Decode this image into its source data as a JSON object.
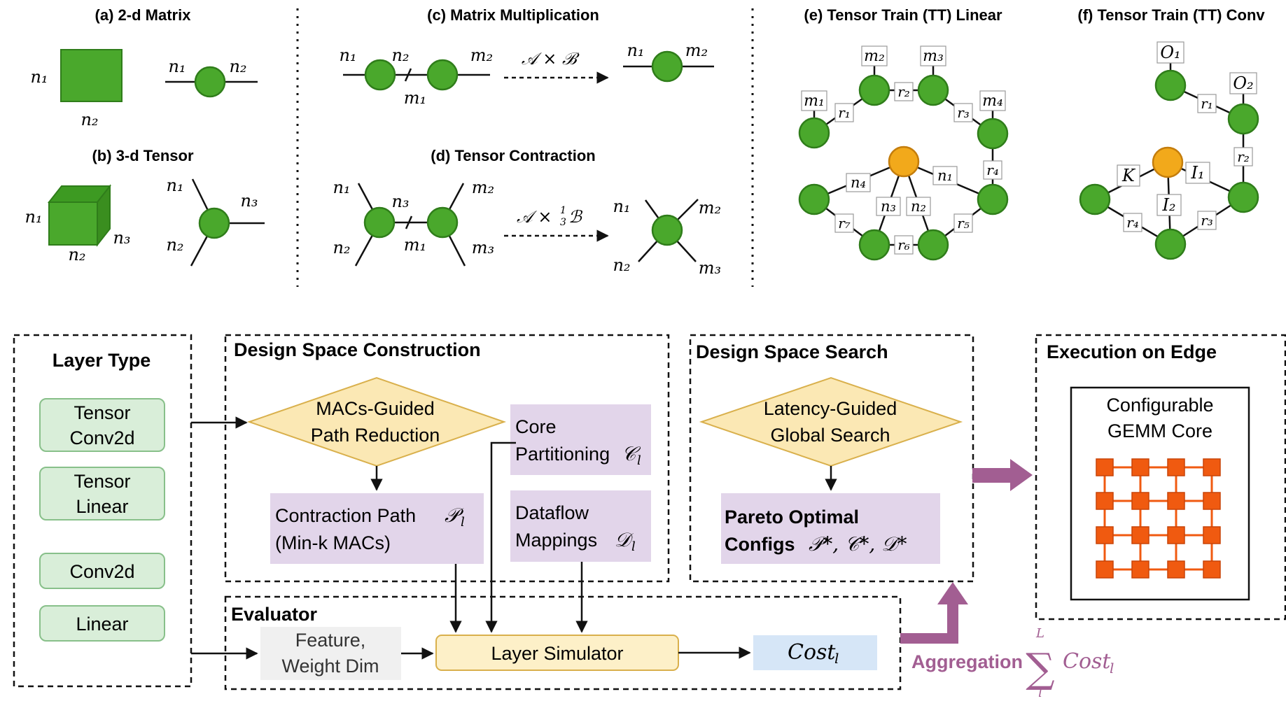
{
  "panels": {
    "a": {
      "title": "(a) 2-d Matrix",
      "labels": [
        "n₁",
        "n₂",
        "n₁",
        "n₂"
      ]
    },
    "b": {
      "title": "(b) 3-d Tensor",
      "labels": [
        "n₁",
        "n₂",
        "n₃",
        "n₁",
        "n₃",
        "n₂"
      ]
    },
    "c": {
      "title": "(c) Matrix Multiplication",
      "labels": [
        "n₁",
        "n₂",
        "m₂",
        "m₁",
        "n₁",
        "m₂"
      ],
      "op": "𝒜 × ℬ"
    },
    "d": {
      "title": "(d) Tensor Contraction",
      "labels": [
        "n₁",
        "n₃",
        "m₂",
        "n₂",
        "m₁",
        "m₃",
        "n₁",
        "m₂",
        "n₂",
        "m₃"
      ],
      "op_main": "𝒜 ×",
      "op_sup": "1",
      "op_sub": "3",
      "op_tail": "ℬ"
    },
    "e": {
      "title": "(e) Tensor Train (TT) Linear",
      "dims": [
        "m₁",
        "m₂",
        "m₃",
        "m₄",
        "n₄",
        "n₃",
        "n₂",
        "n₁"
      ],
      "ranks": [
        "r₁",
        "r₂",
        "r₃",
        "r₄",
        "r₅",
        "r₆",
        "r₇"
      ]
    },
    "f": {
      "title": "(f) Tensor Train (TT) Conv",
      "dims": [
        "O₁",
        "O₂",
        "K",
        "I₁",
        "I₂"
      ],
      "ranks": [
        "r₁",
        "r₂",
        "r₃",
        "r₄"
      ]
    }
  },
  "layer_type": {
    "title": "Layer Type",
    "items": [
      [
        "Tensor",
        "Conv2d"
      ],
      [
        "Tensor",
        "Linear"
      ],
      [
        "Conv2d"
      ],
      [
        "Linear"
      ]
    ]
  },
  "construction": {
    "title": "Design Space Construction",
    "diamond": [
      "MACs-Guided",
      "Path Reduction"
    ],
    "core": [
      "Core",
      "Partitioning"
    ],
    "core_sym": "𝒞",
    "path": [
      "Contraction Path",
      "(Min-k MACs)"
    ],
    "path_sym": "𝒫",
    "dataflow": [
      "Dataflow",
      "Mappings"
    ],
    "dataflow_sym": "𝒟",
    "sym_sub": "l"
  },
  "search": {
    "title": "Design Space Search",
    "diamond": [
      "Latency-Guided",
      "Global Search"
    ],
    "pareto": [
      "Pareto Optimal",
      "Configs"
    ],
    "pareto_syms": "𝒫*, 𝒞*, 𝒟*"
  },
  "execution": {
    "title": "Execution on Edge",
    "core": [
      "Configurable",
      "GEMM Core"
    ]
  },
  "evaluator": {
    "title": "Evaluator",
    "feature": [
      "Feature,",
      "Weight Dim"
    ],
    "simulator": "Layer Simulator",
    "cost": "Cost",
    "cost_sub": "l"
  },
  "aggregation": {
    "label": "Aggregation",
    "sum": "∑",
    "sum_top": "L",
    "sum_bottom": "l",
    "term": "Cost",
    "term_sub": "l"
  },
  "colors": {
    "node_green": "#4aa82c",
    "node_orange": "#f2a91b",
    "layer_box": "#d9eed9",
    "purple_box": "#e2d5ea",
    "diamond": "#fbe8b4",
    "simulator": "#fdf0c8",
    "cost_box": "#d6e6f7",
    "feature_box": "#f0f0f0",
    "grid_orange": "#f05a10",
    "aggregation": "#a25e92"
  }
}
